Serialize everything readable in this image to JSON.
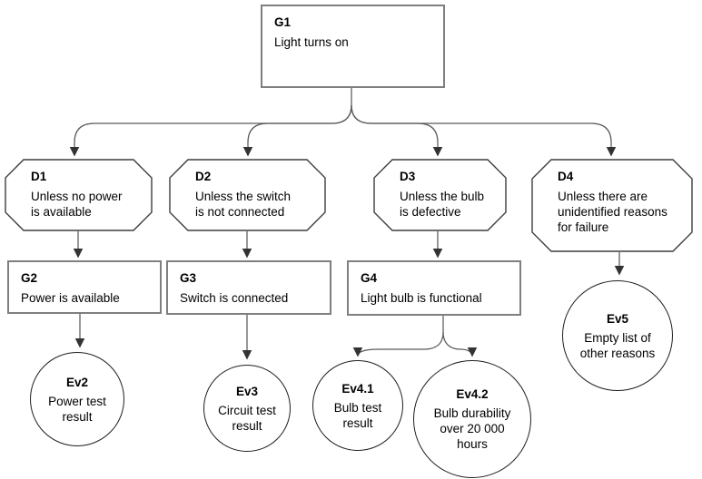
{
  "diagram_type": "goal-structuring-notation-assurance-case",
  "colors": {
    "background": "#ffffff",
    "goal_border": "#7f7f7f",
    "defeater_border": "#3d3d3d",
    "evidence_border": "#1f1f1f",
    "connector": "#5a5a5a",
    "arrowhead": "#333333",
    "text": "#000000"
  },
  "nodes": {
    "g1": {
      "id": "G1",
      "shape": "rectangle",
      "text": "Light turns on"
    },
    "d1": {
      "id": "D1",
      "shape": "octagon",
      "text": "Unless no power\nis available"
    },
    "d2": {
      "id": "D2",
      "shape": "octagon",
      "text": "Unless the switch\nis not connected"
    },
    "d3": {
      "id": "D3",
      "shape": "octagon",
      "text": "Unless the bulb\nis defective"
    },
    "d4": {
      "id": "D4",
      "shape": "octagon",
      "text": "Unless there are\nunidentified reasons\nfor failure"
    },
    "g2": {
      "id": "G2",
      "shape": "rectangle",
      "text": "Power is available"
    },
    "g3": {
      "id": "G3",
      "shape": "rectangle",
      "text": "Switch is connected"
    },
    "g4": {
      "id": "G4",
      "shape": "rectangle",
      "text": "Light bulb is functional"
    },
    "ev2": {
      "id": "Ev2",
      "shape": "circle",
      "text": "Power test\nresult"
    },
    "ev3": {
      "id": "Ev3",
      "shape": "circle",
      "text": "Circuit test\nresult"
    },
    "ev41": {
      "id": "Ev4.1",
      "shape": "circle",
      "text": "Bulb test\nresult"
    },
    "ev42": {
      "id": "Ev4.2",
      "shape": "circle",
      "text": "Bulb durability\nover 20 000\nhours"
    },
    "ev5": {
      "id": "Ev5",
      "shape": "circle",
      "text": "Empty list of\nother reasons"
    }
  },
  "edges": [
    {
      "from": "G1",
      "to": "D1"
    },
    {
      "from": "G1",
      "to": "D2"
    },
    {
      "from": "G1",
      "to": "D3"
    },
    {
      "from": "G1",
      "to": "D4"
    },
    {
      "from": "D1",
      "to": "G2"
    },
    {
      "from": "D2",
      "to": "G3"
    },
    {
      "from": "D3",
      "to": "G4"
    },
    {
      "from": "G2",
      "to": "Ev2"
    },
    {
      "from": "G3",
      "to": "Ev3"
    },
    {
      "from": "G4",
      "to": "Ev4.1"
    },
    {
      "from": "G4",
      "to": "Ev4.2"
    },
    {
      "from": "D4",
      "to": "Ev5"
    }
  ]
}
